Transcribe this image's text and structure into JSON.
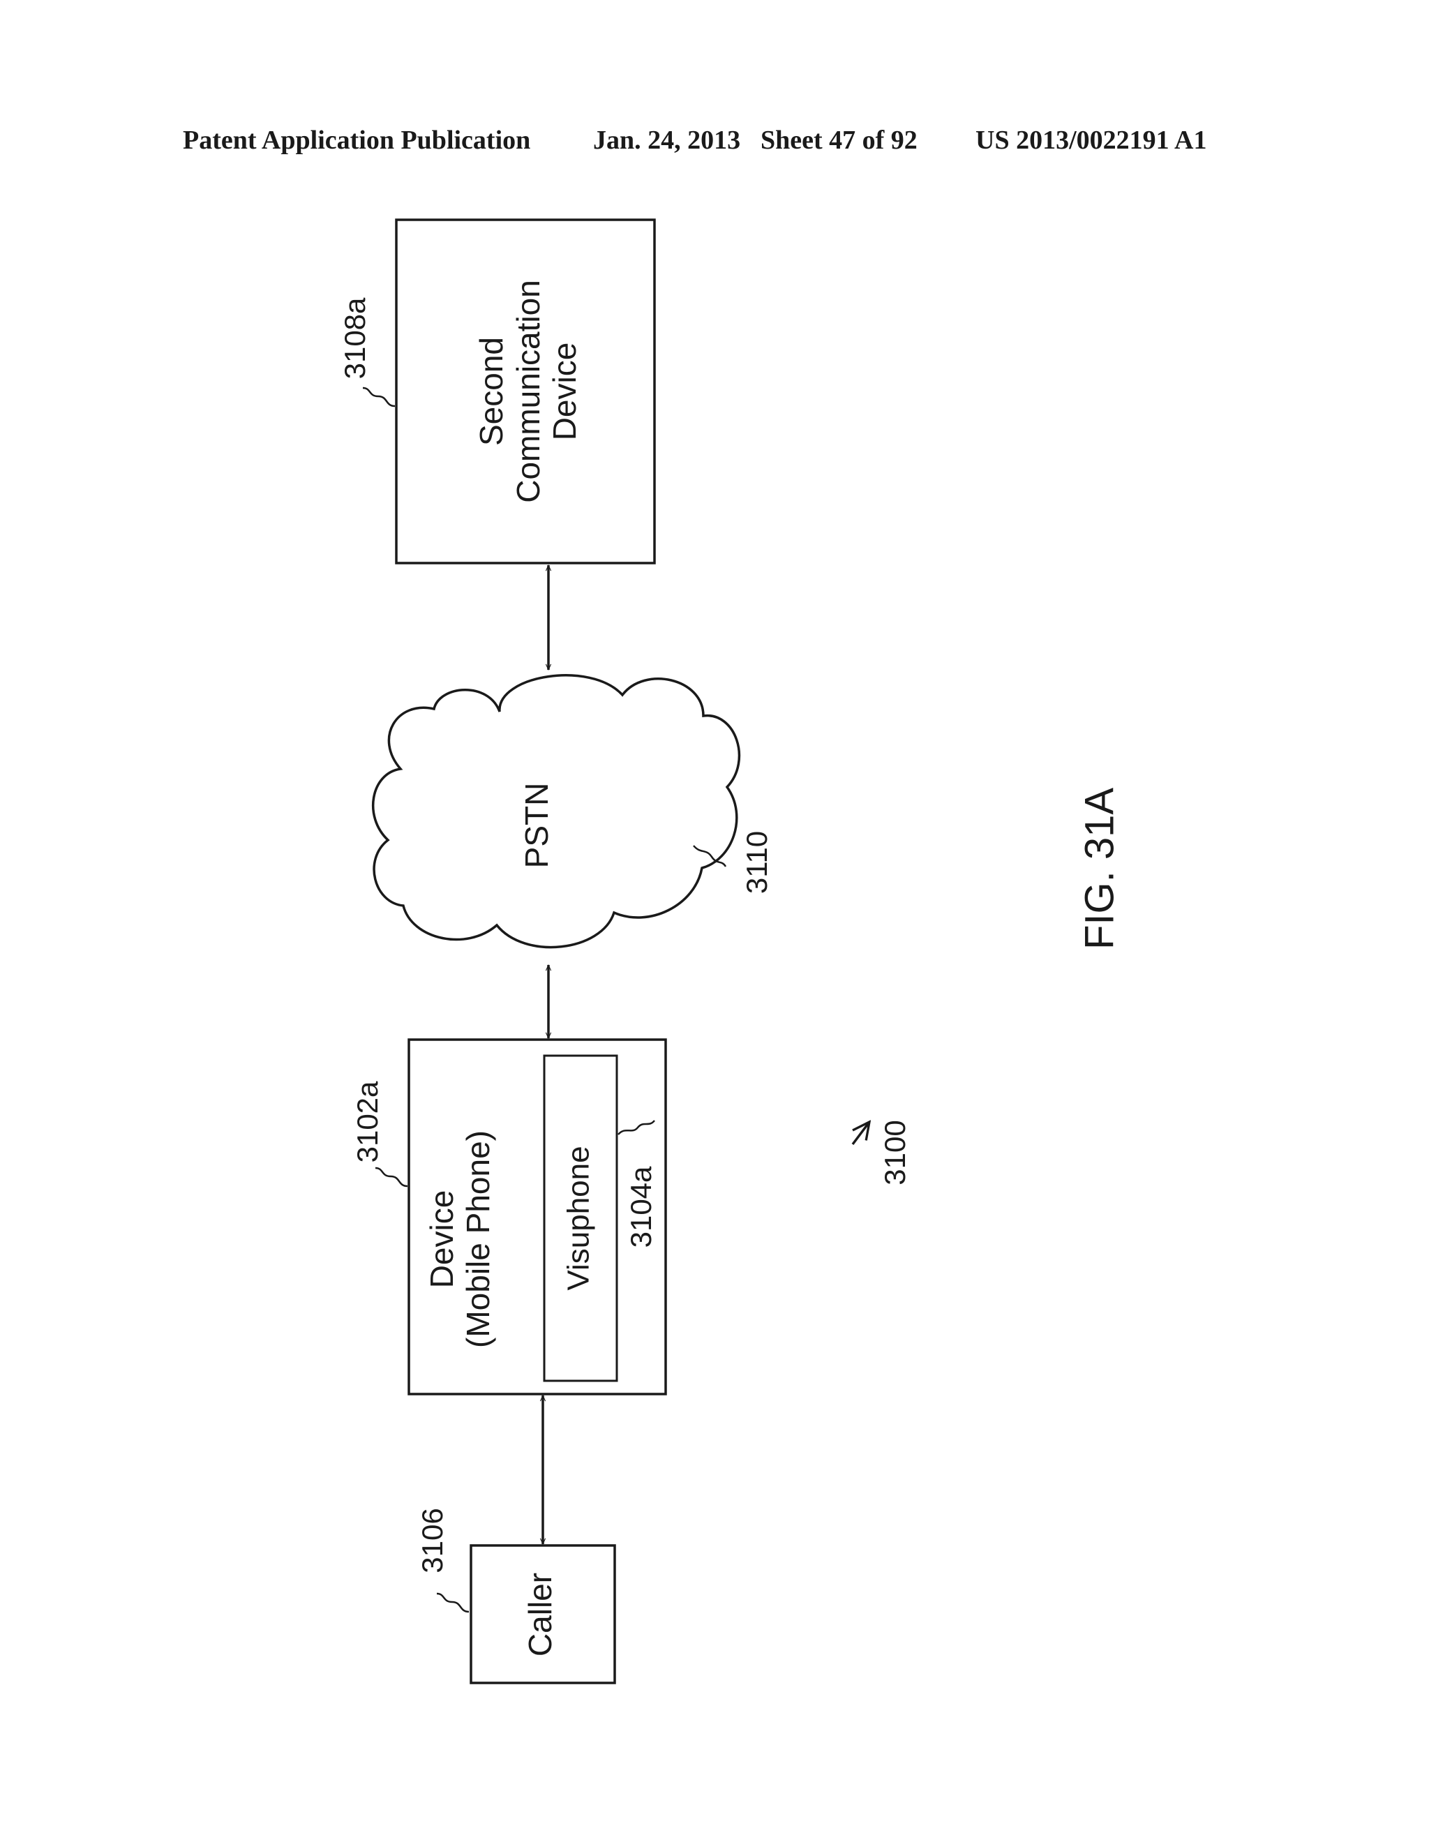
{
  "header": {
    "publication": "Patent Application Publication",
    "date": "Jan. 24, 2013",
    "sheet": "Sheet 47 of 92",
    "number": "US 2013/0022191 A1"
  },
  "diagram": {
    "figure_label": "FIG. 31A",
    "system_ref": "3100",
    "nodes": {
      "second_device": {
        "ref": "3108a",
        "lines": [
          "Second",
          "Communication",
          "Device"
        ]
      },
      "pstn": {
        "ref": "3110",
        "label": "PSTN"
      },
      "device": {
        "ref": "3102a",
        "lines": [
          "Device",
          "(Mobile Phone)"
        ]
      },
      "visuphone": {
        "ref": "3104a",
        "label": "Visuphone"
      },
      "caller": {
        "ref": "3106",
        "label": "Caller"
      }
    },
    "connections": [
      {
        "from": "second_device",
        "to": "pstn",
        "type": "bidirectional"
      },
      {
        "from": "pstn",
        "to": "device",
        "type": "bidirectional"
      },
      {
        "from": "device",
        "to": "caller",
        "type": "bidirectional"
      }
    ]
  }
}
